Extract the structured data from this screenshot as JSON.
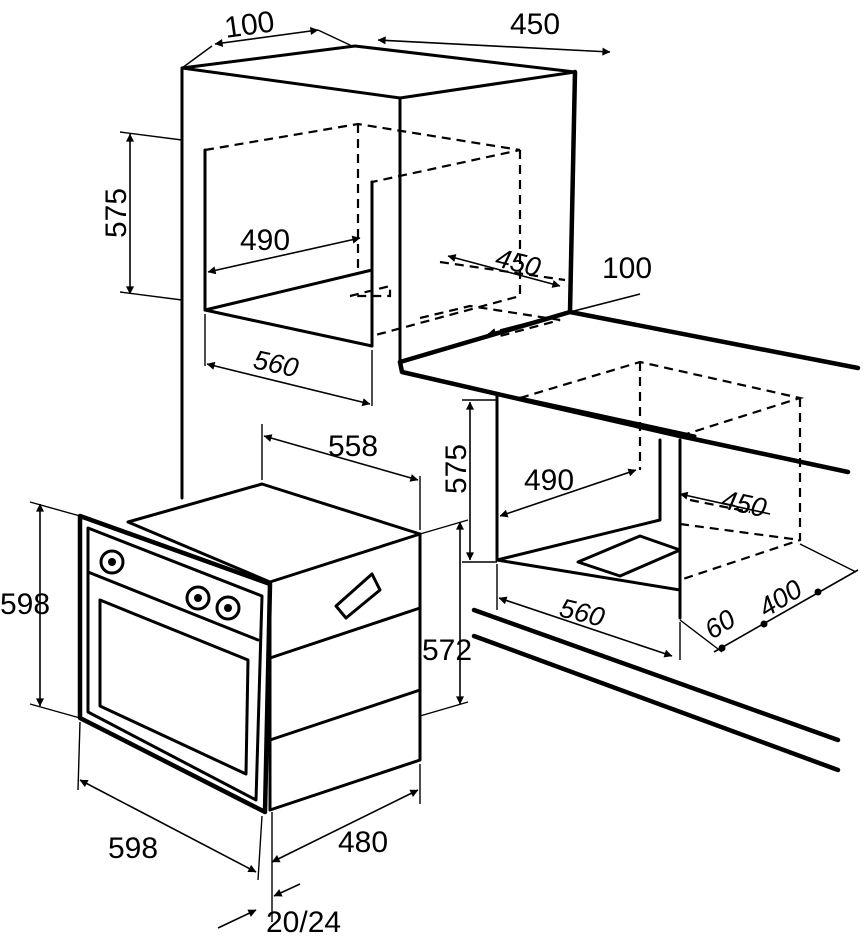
{
  "dimensions": {
    "wall_top_depth": "100",
    "wall_top_width": "450",
    "wall_cut_height": "575",
    "wall_cut_depth": "490",
    "wall_cut_width": "560",
    "wall_floor_depth": "450",
    "wall_floor_gap": "100",
    "oven_depth_top": "558",
    "oven_front_height": "598",
    "oven_body_height": "572",
    "oven_front_width": "598",
    "oven_body_depth": "480",
    "oven_front_thickness": "20/24",
    "under_cut_height": "575",
    "under_cut_depth": "490",
    "under_floor_depth": "450",
    "under_cut_width": "560",
    "under_vent_60": "60",
    "under_vent_400": "400"
  }
}
